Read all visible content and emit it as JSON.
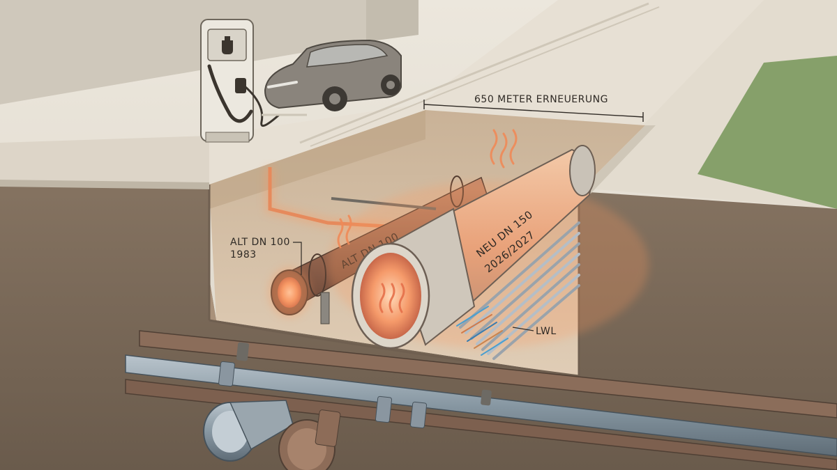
{
  "labels": {
    "length": "650 METER ERNEUERUNG",
    "old_line1": "ALT DN 100",
    "old_line2": "1983",
    "old_pipe": "ALT DN 100",
    "new_line1": "NEU DN 150",
    "new_line2": "2026/2027",
    "fiber": "LWL"
  },
  "colors": {
    "soil": "#7a6a5a",
    "trench": "#d7c3aa",
    "road": "#e7e0d4",
    "grass": "#86a06a",
    "heat_glow": "#ff9a5e",
    "old_pipe": "#9a6a53",
    "new_pipe": "#d7cfc4"
  },
  "icons": {
    "charger": "ev-charging-station-icon",
    "car": "car-icon"
  }
}
